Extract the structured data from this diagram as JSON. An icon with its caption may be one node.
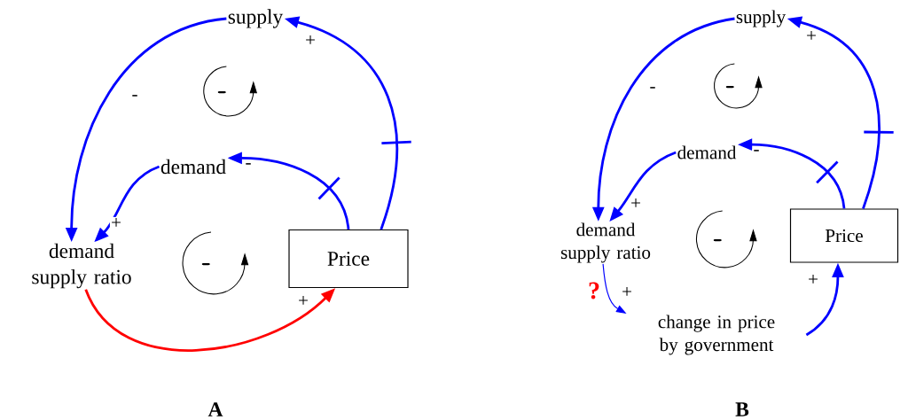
{
  "diagram": {
    "nodes": [
      {
        "text": [
          "supply"
        ]
      },
      {
        "text": [
          "demand"
        ]
      },
      {
        "text": [
          "demand supply ratio"
        ]
      },
      {
        "text": [
          "Price"
        ]
      },
      {
        "text": [
          "supply"
        ]
      },
      {
        "text": [
          "demand"
        ]
      },
      {
        "text": [
          "demand supply ratio"
        ]
      },
      {
        "text": [
          "Price"
        ]
      },
      {
        "text": [
          "change in price by government"
        ]
      }
    ],
    "edges": [
      {
        "from": 0,
        "to": 2,
        "arrow": "to",
        "label": "-"
      },
      {
        "from": 1,
        "to": 2,
        "arrow": "to",
        "label": "+"
      },
      {
        "from": 3,
        "to": 0,
        "arrow": "to",
        "label": "+"
      },
      {
        "from": 3,
        "to": 1,
        "arrow": "to",
        "label": "-"
      },
      {
        "from": 2,
        "to": 3,
        "arrow": "to",
        "label": "+",
        "color": "#ff0000"
      },
      {
        "from": 4,
        "to": 6,
        "arrow": "to",
        "label": "-"
      },
      {
        "from": 5,
        "to": 6,
        "arrow": "to",
        "label": "+"
      },
      {
        "from": 7,
        "to": 4,
        "arrow": "to",
        "label": "+"
      },
      {
        "from": 7,
        "to": 5,
        "arrow": "to",
        "label": "-"
      },
      {
        "from": 6,
        "to": 8,
        "arrow": "to",
        "label": "+"
      },
      {
        "from": 8,
        "to": 7,
        "arrow": "to",
        "label": "+"
      }
    ],
    "labels": [
      "-",
      "-",
      "-",
      "-",
      "?",
      "A",
      "B"
    ]
  }
}
